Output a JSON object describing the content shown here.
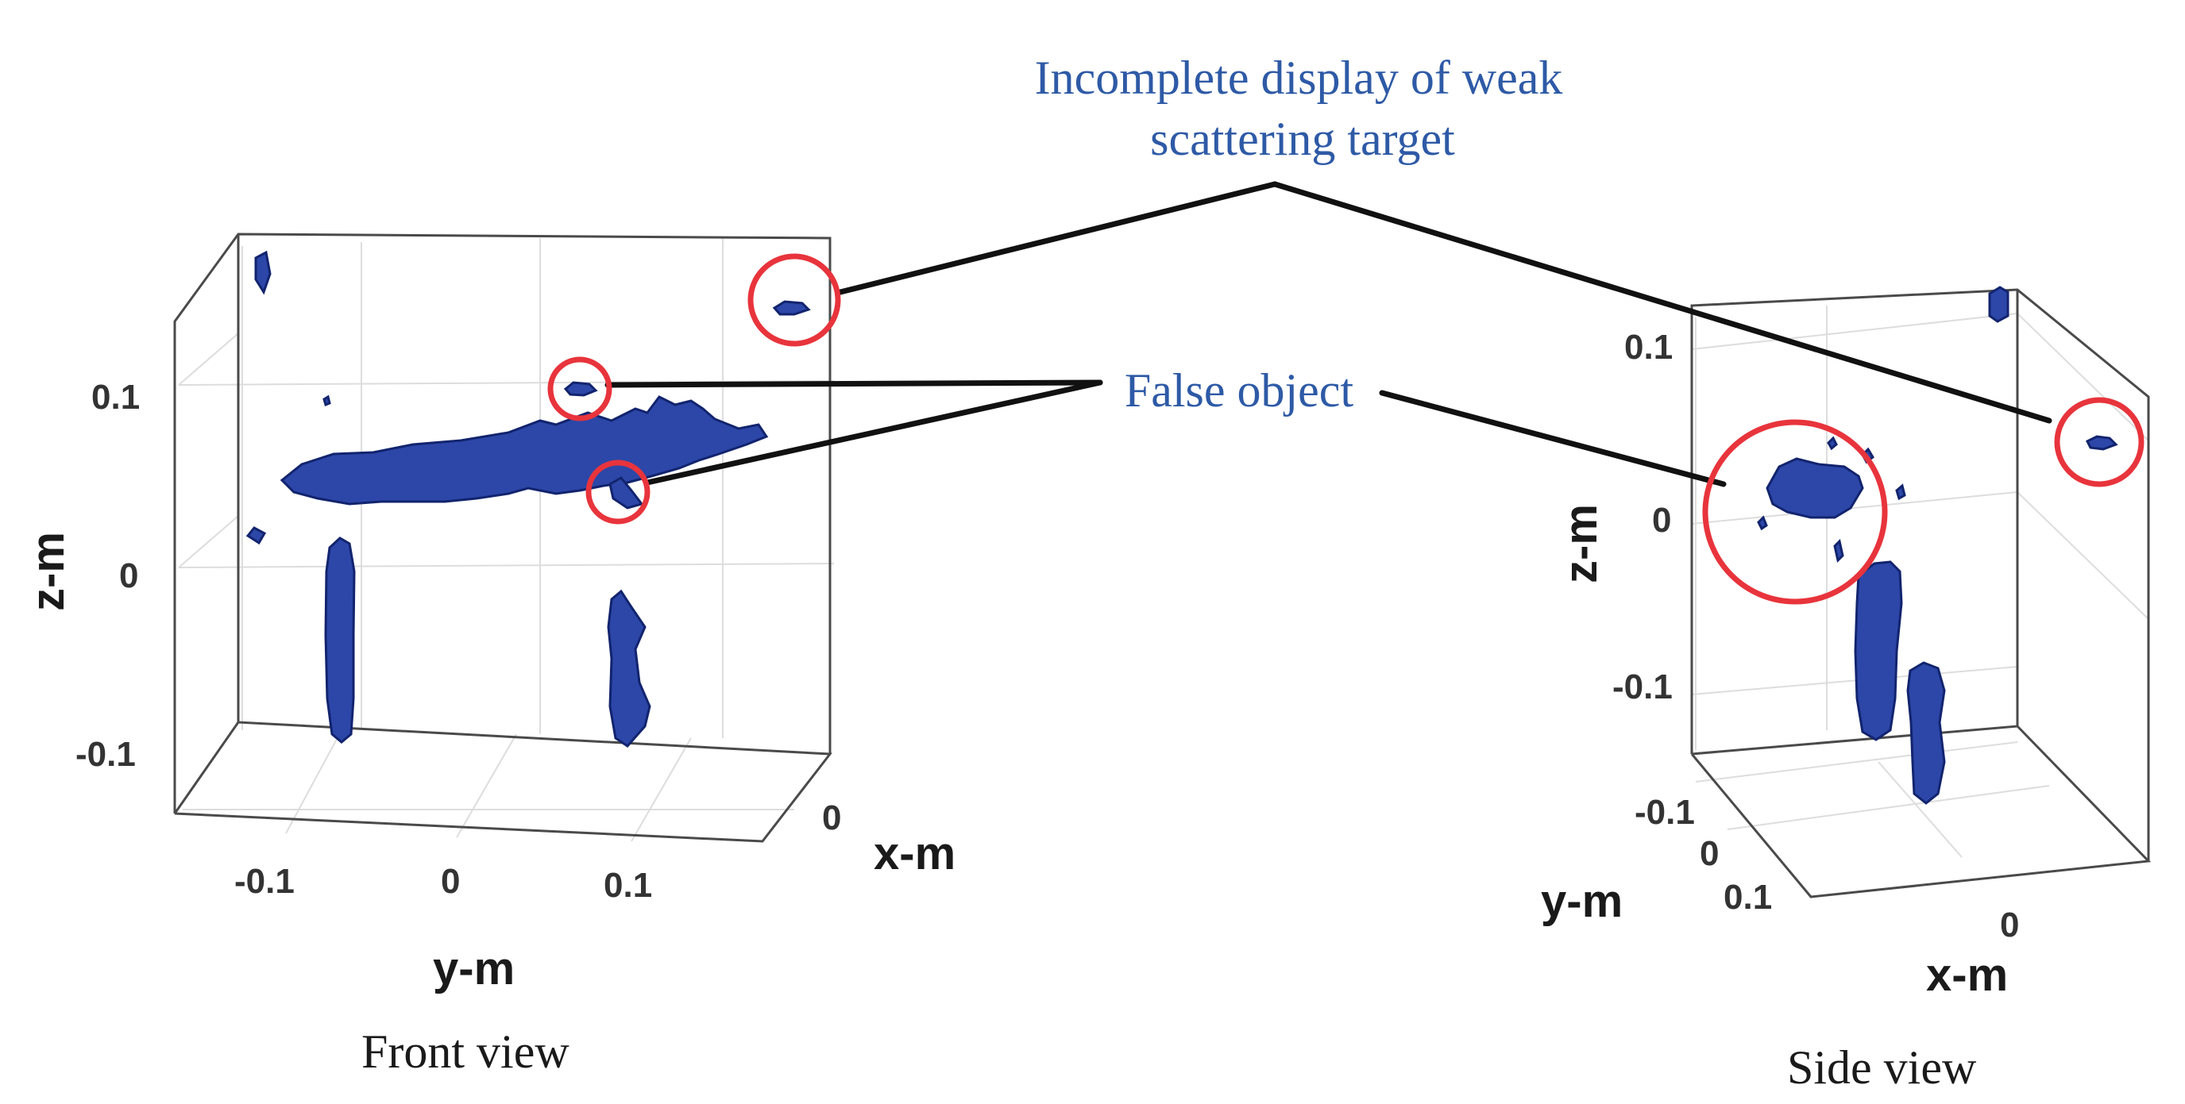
{
  "colors": {
    "annotation_text": "#2e5aa6",
    "highlight_ring": "#e8343c",
    "object_fill": "#2c47a8",
    "object_edge": "#12246e"
  },
  "front_view": {
    "caption": "Front view",
    "z_label": "z-m",
    "y_label": "y-m",
    "x_label": "x-m",
    "z_ticks": [
      "0.1",
      "0",
      "-0.1"
    ],
    "y_ticks": [
      "-0.1",
      "0",
      "0.1"
    ],
    "x_ticks": [
      "0"
    ]
  },
  "side_view": {
    "caption": "Side view",
    "z_label": "z-m",
    "y_label": "y-m",
    "x_label": "x-m",
    "z_ticks": [
      "0.1",
      "0",
      "-0.1"
    ],
    "y_ticks": [
      "-0.1",
      "0",
      "0.1"
    ],
    "x_ticks": [
      "0"
    ]
  },
  "annotations": {
    "weak_target_line1": "Incomplete display of weak",
    "weak_target_line2": "scattering target",
    "false_object": "False object"
  }
}
